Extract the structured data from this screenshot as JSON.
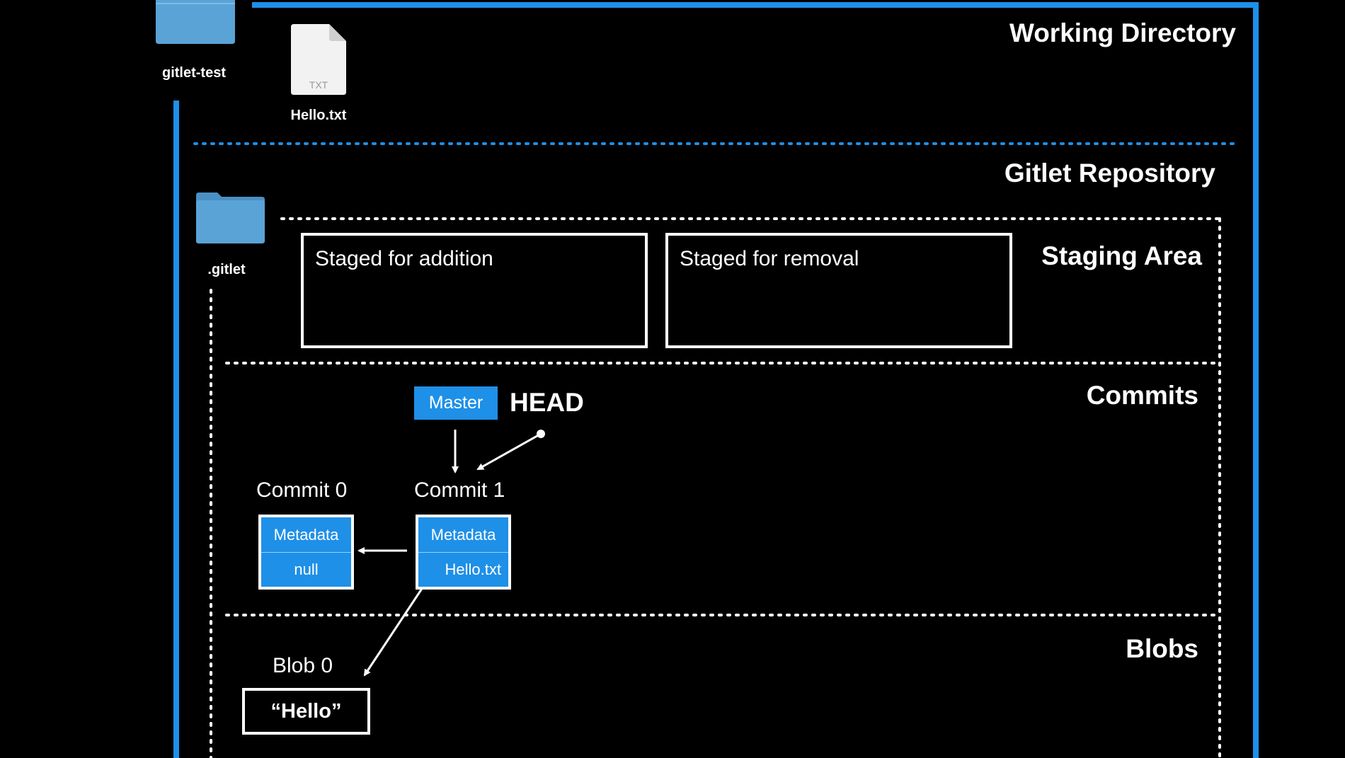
{
  "working_directory": {
    "title": "Working Directory",
    "folder_label": "gitlet-test",
    "file_label": "Hello.txt",
    "file_type": "TXT"
  },
  "repository": {
    "title": "Gitlet Repository",
    "folder_label": ".gitlet"
  },
  "staging_area": {
    "title": "Staging Area",
    "addition_label": "Staged for addition",
    "removal_label": "Staged for removal"
  },
  "commits_section": {
    "title": "Commits",
    "branch_label": "Master",
    "head_label": "HEAD",
    "commits": [
      {
        "label": "Commit 0",
        "metadata": "Metadata",
        "ref": "null"
      },
      {
        "label": "Commit 1",
        "metadata": "Metadata",
        "ref": "Hello.txt"
      }
    ]
  },
  "blobs_section": {
    "title": "Blobs",
    "blobs": [
      {
        "label": "Blob 0",
        "content": "“Hello”"
      }
    ]
  },
  "colors": {
    "background": "#000000",
    "accent_blue": "#1e90e8",
    "folder_blue": "#5aa3d6",
    "line_white": "#ffffff"
  }
}
